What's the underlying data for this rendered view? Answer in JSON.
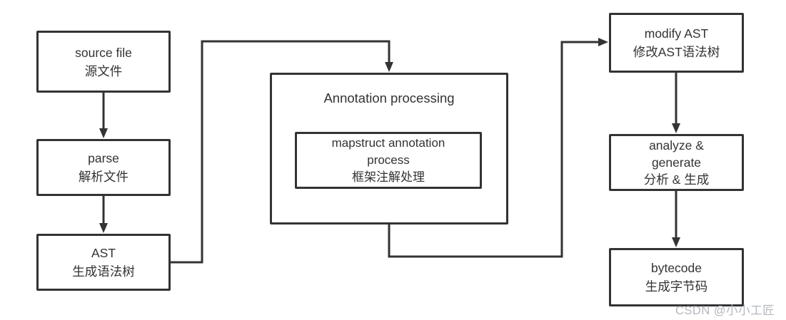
{
  "page": {
    "background": "#ffffff",
    "stroke_color": "#333333",
    "text_color": "#333333"
  },
  "nodes": {
    "source_file": {
      "lines": [
        "source file",
        "源文件"
      ]
    },
    "parse": {
      "lines": [
        "parse",
        "解析文件"
      ]
    },
    "ast": {
      "lines": [
        "AST",
        "生成语法树"
      ]
    },
    "annotation_processing": {
      "title": "Annotation processing"
    },
    "mapstruct": {
      "lines": [
        "mapstruct annotation",
        "process",
        "框架注解处理"
      ]
    },
    "modify_ast": {
      "lines": [
        "modify AST",
        "修改AST语法树"
      ]
    },
    "analyze_generate": {
      "lines": [
        "analyze &",
        "generate",
        "分析 & 生成"
      ]
    },
    "bytecode": {
      "lines": [
        "bytecode",
        "生成字节码"
      ]
    }
  },
  "connectors": [
    "source-file-to-parse",
    "parse-to-ast",
    "ast-to-annotation-processing",
    "annotation-processing-to-modify-ast",
    "modify-ast-to-analyze-generate",
    "analyze-generate-to-bytecode"
  ],
  "watermark": {
    "text": "CSDN @小小工匠",
    "color": "#b3b7bd"
  }
}
